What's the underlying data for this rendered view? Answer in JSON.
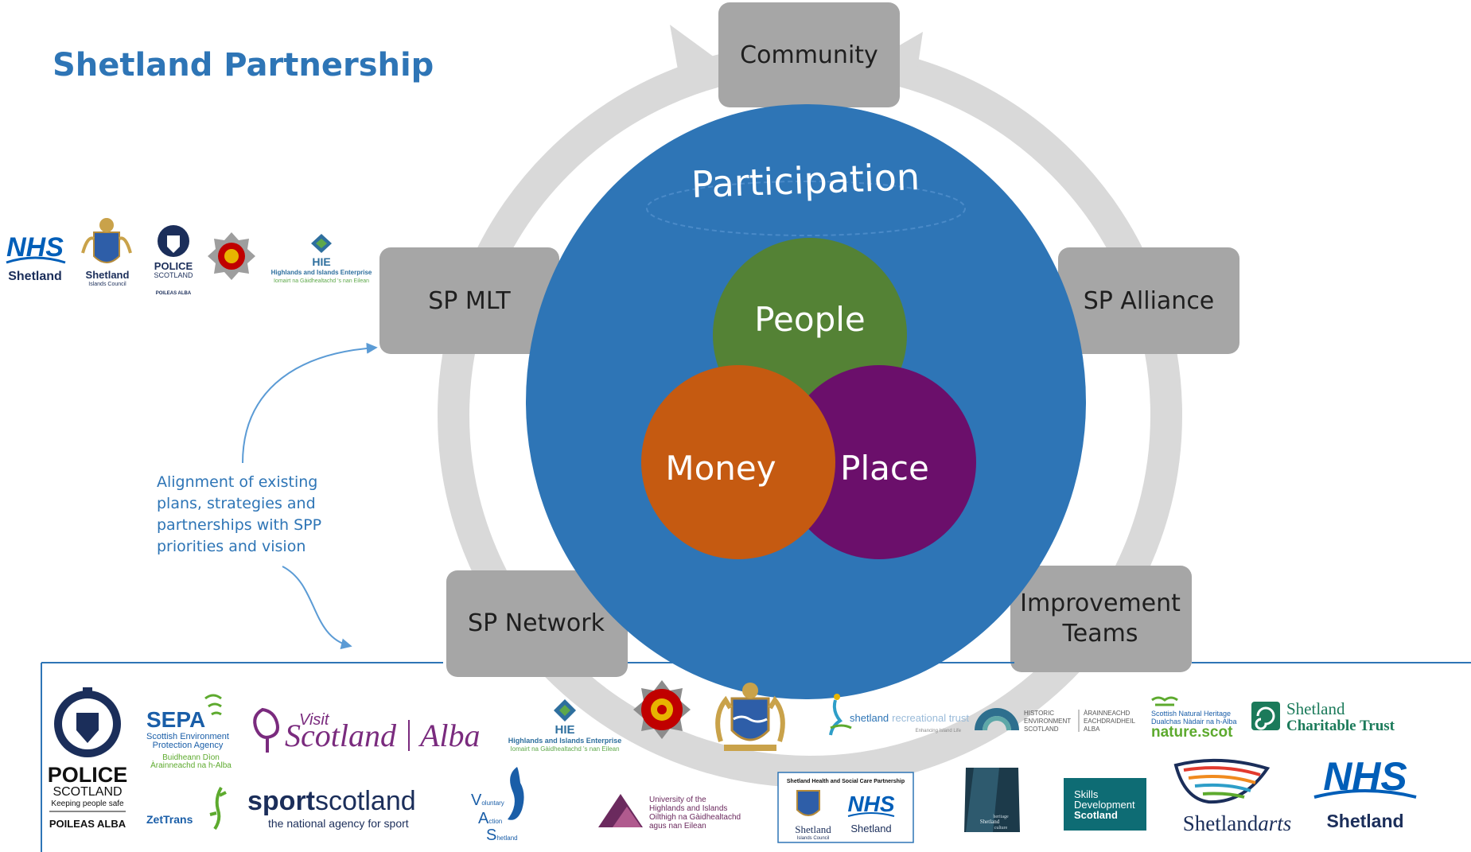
{
  "title": "Shetland Partnership",
  "ring": {
    "nodes": {
      "community": "Community",
      "sp_alliance": "SP Alliance",
      "improvement_teams_line1": "Improvement",
      "improvement_teams_line2": "Teams",
      "sp_network": "SP Network",
      "sp_mlt": "SP MLT"
    }
  },
  "center": {
    "heading": "Participation",
    "people": "People",
    "money": "Money",
    "place": "Place"
  },
  "note": {
    "line1": "Alignment of existing",
    "line2": "plans, strategies and",
    "line3": "partnerships with SPP",
    "line4": "priorities and vision"
  },
  "logos": {
    "nhs": "NHS",
    "shetland": "Shetland",
    "shetland_islands_council": "Islands Council",
    "police": "POLICE",
    "scotland": "SCOTLAND",
    "keeping_people_safe": "Keeping people safe",
    "poileas_alba": "POILEAS ALBA",
    "hie": "HIE",
    "hie_name": "Highlands and Islands Enterprise",
    "hie_gaelic": "Iomairt na Gàidhealtachd 's nan Eilean",
    "sepa": "SEPA",
    "sepa_name1": "Scottish Environment",
    "sepa_name2": "Protection Agency",
    "sepa_gaelic1": "Buidheann Dìon",
    "sepa_gaelic2": "Àrainneachd na h-Alba",
    "visit": "Visit",
    "visitscotland": "Scotland",
    "alba": "Alba",
    "sport": "sport",
    "scotland_lower": "scotland",
    "sport_tagline": "the national agency for sport",
    "zettrans": "ZetTrans",
    "vas_v": "V",
    "vas_v_rest": "oluntary",
    "vas_a": "A",
    "vas_a_rest": "ction",
    "vas_s": "S",
    "vas_s_rest": "hetland",
    "uhi_line1": "University of the",
    "uhi_line2": "Highlands and Islands",
    "uhi_line3": "Oilthigh na Gàidhealtachd",
    "uhi_line4": "agus nan Eilean",
    "hscp": "Shetland Health and Social Care Partnership",
    "src_name": "shetland",
    "src_rest": "recreational trust",
    "src_tag": "Enhancing Island Life",
    "hes_line1": "HISTORIC",
    "hes_line2": "ENVIRONMENT",
    "hes_line3": "SCOTLAND",
    "hes_g1": "ÀRAINNEACHD",
    "hes_g2": "EACHDRAIDHEIL",
    "hes_g3": "ALBA",
    "naturescot_line1": "Scottish Natural Heritage",
    "naturescot_line2": "Dualchas Nàdair na h-Alba",
    "naturescot": "nature.scot",
    "sct_line1": "Shetland",
    "sct_line2": "Charitable Trust",
    "amenity_line1": "heritage",
    "amenity_line2": "Shetland",
    "amenity_line3": "culture",
    "sds_line1": "Skills",
    "sds_line2": "Development",
    "sds_line3": "Scotland",
    "arts_shetland": "Shetland",
    "arts": "arts"
  },
  "colors": {
    "title": "#2E75B6",
    "ring": "#D9D9D9",
    "node_box": "#A6A6A6",
    "big_circle": "#2E75B6",
    "people": "#548235",
    "money": "#C55A11",
    "place": "#6B0F6B",
    "note_text": "#2E75B6",
    "frame": "#2E75B6",
    "nhs_blue": "#005EB8",
    "sepa_blue": "#1A5EA8",
    "visitscotland_purple": "#7A2B7E",
    "sport_navy": "#1B2E5A",
    "naturescot_green": "#5DAA2E",
    "sct_green": "#1B7A5A",
    "sds_teal": "#0E6C74"
  }
}
